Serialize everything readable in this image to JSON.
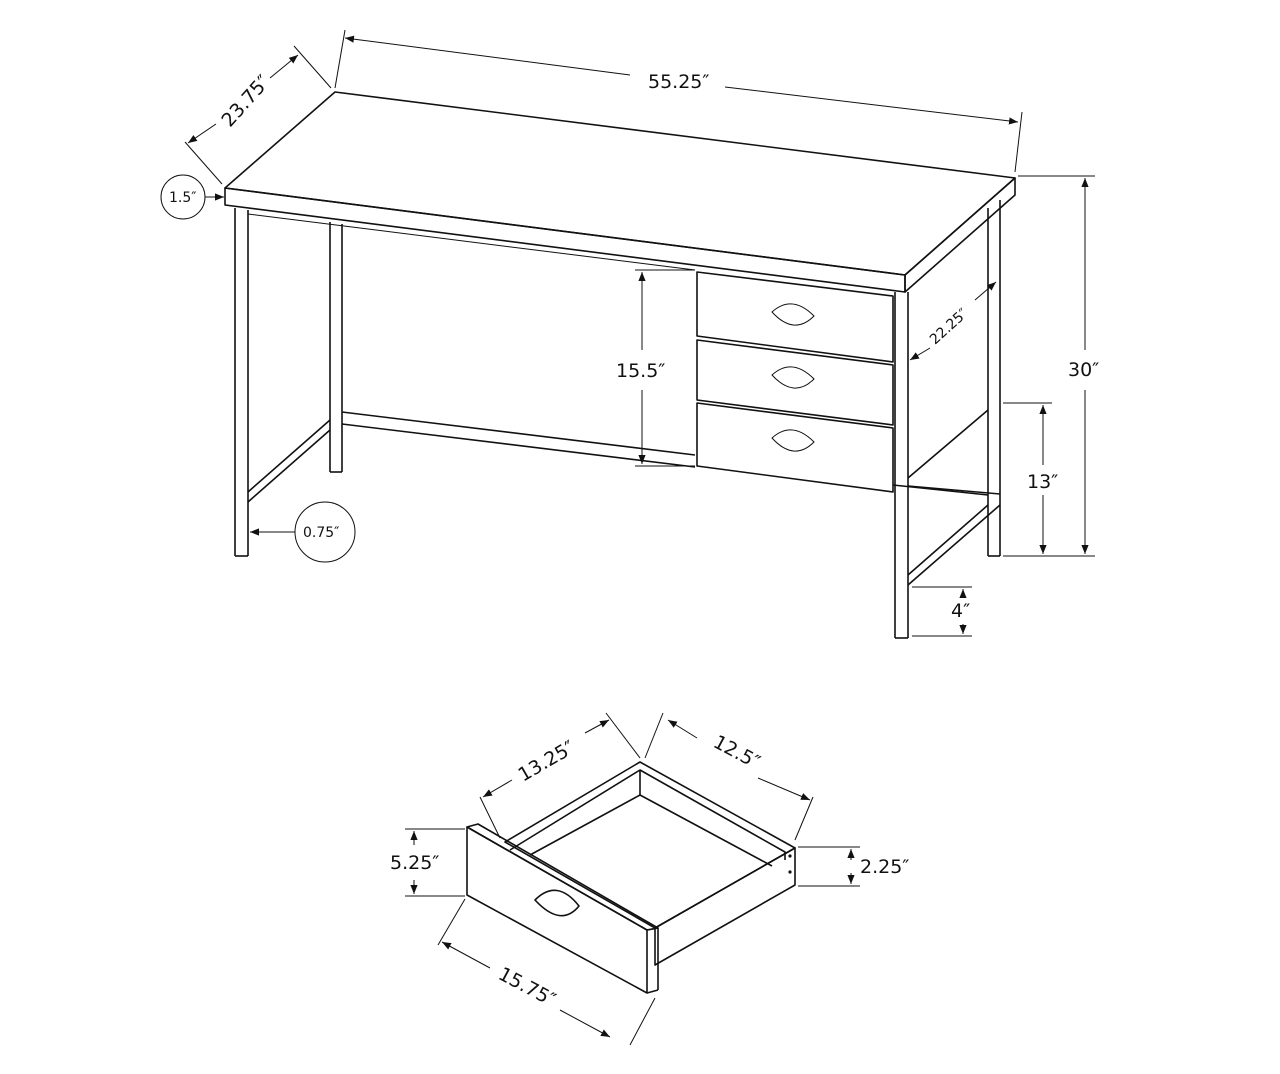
{
  "desk": {
    "width": "55.25″",
    "depth": "23.75″",
    "top_thickness": "1.5″",
    "height": "30″",
    "inner_depth": "22.25″",
    "drawer_stack_height": "15.5″",
    "shelf_height": "13″",
    "foot_clearance": "4″",
    "leg_width": "0.75″"
  },
  "drawer": {
    "inner_depth": "13.25″",
    "inner_width": "12.5″",
    "front_height": "5.25″",
    "side_height": "2.25″",
    "front_width": "15.75″"
  }
}
